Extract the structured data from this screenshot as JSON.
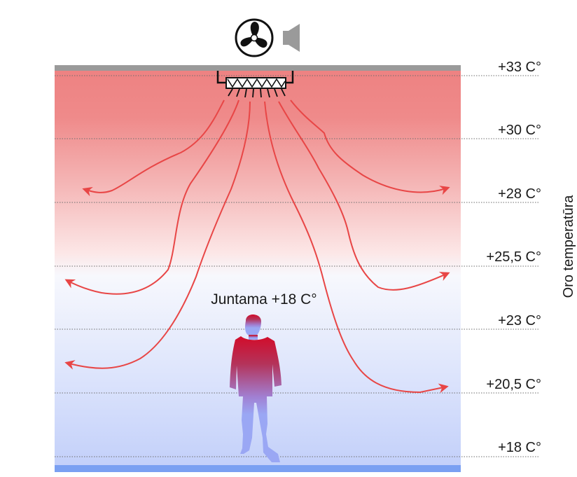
{
  "diagram": {
    "felt_label": "Juntama +18 C°",
    "axis_label": "Oro temperatūra",
    "levels": [
      {
        "label": "+33 C°"
      },
      {
        "label": "+30 C°"
      },
      {
        "label": "+28 C°"
      },
      {
        "label": "+25,5 C°"
      },
      {
        "label": "+23 C°"
      },
      {
        "label": "+20,5 C°"
      },
      {
        "label": "+18 C°"
      }
    ],
    "icons": [
      "fan-icon",
      "speaker-icon",
      "heater-grille-icon",
      "person-silhouette-icon"
    ],
    "colors": {
      "warm": "#ee8282",
      "neutral": "#f7f8fd",
      "cool": "#c7d3fb",
      "ceiling": "#9a9a9a",
      "floor": "#7aa0f2",
      "arrow": "#e84646",
      "person_top": "#d20c2a",
      "person_bottom": "#9aa7f4"
    }
  }
}
